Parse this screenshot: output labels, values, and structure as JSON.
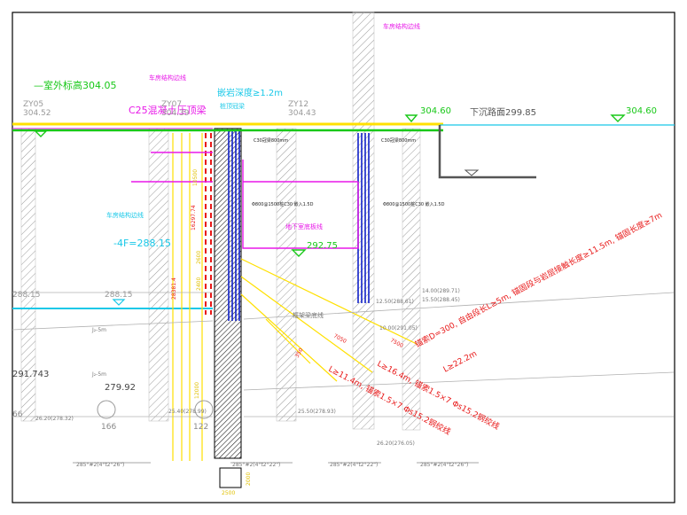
{
  "labels": {
    "top_elev_label": "—室外标高304.05",
    "c25_label": "C25混凝土压顶梁",
    "east_line_top": "车房结构边线",
    "east_line_mid": "车房结构边线",
    "east_line_right": "车房结构边线",
    "embed_label": "嵌岩深度≥1.2m",
    "pile_top": "桩顶冠梁",
    "zy05": "ZY05",
    "zy05_elev": "304.52",
    "zy07": "ZY07",
    "zy07_elev": "304.39",
    "zy12": "ZY12",
    "zy12_elev": "304.43",
    "elev_30460_a": "304.60",
    "elev_30460_b": "304.60",
    "road_elev": "下沉路面299.85",
    "pile_note_a": "C30冠梁800mm",
    "pile_note_b": "C30冠梁800mm",
    "pile_detail_a": "Φ800@1500桩C30\n嵌入1.5D",
    "pile_detail_b": "Φ800@1500桩C30\n嵌入1.5D",
    "basement_line": "地下室底板线",
    "elev_29275": "292.75",
    "floor_4f": "-4F=288.15",
    "elev_28815_a": "288.15",
    "elev_28815_b": "288.15",
    "elev_291743": "291.743",
    "elev_27992": "279.92",
    "elev_166": "166",
    "elev_122": "122",
    "elev_66": "66",
    "anchor_main": "锚索D=300, 自由段长L≥5m, 锚固段与岩层接触长度≥11.5m, 锚固长度≥7m",
    "anchor_l1": "L≥11.4m, 锚索1.5×7 Φs15.2钢绞线",
    "anchor_l2": "L≥16.4m, 锚索1.5×7 Φs15.2钢绞线",
    "anchor_l3": "L≥22.2m",
    "dim_2500": "2500",
    "dim_2000": "2000",
    "dim_10500": "10500",
    "dim_16297": "16297.74",
    "dim_28381": "28381.4",
    "dim_2600": "2600",
    "dim_2400": "2400",
    "dim_12000": "12000",
    "dim_7050": "7050",
    "dim_7500": "7500",
    "dim_350": "350",
    "bot_elev_a": "26.20(278.32)",
    "bot_elev_b": "25.40(278.99)",
    "bot_elev_c": "25.50(278.93)",
    "bot_elev_d": "26.20(276.05)",
    "layer_a": "14.00(289.71)",
    "layer_b": "15.50(288.45)",
    "layer_c": "12.50(288.61)",
    "layer_d": "10.00(291.05)",
    "foot_a": "285°#2(4°t2°26\")",
    "foot_b": "285°#2(4°t2°22\")",
    "foot_c": "285°#2(4°t2°22\")",
    "foot_d": "285°#2(4°t2°26\")",
    "rock_a": "J₂-5m",
    "rock_b": "J₂-5m",
    "struct_mid": "框架梁底线"
  },
  "colors": {
    "yellow": "#ffe000",
    "green": "#18c818",
    "cyan": "#18c8e8",
    "magenta": "#e818e8",
    "red": "#e81818",
    "blue": "#1020c8",
    "gray": "#8a8a8a",
    "dark": "#333333"
  }
}
